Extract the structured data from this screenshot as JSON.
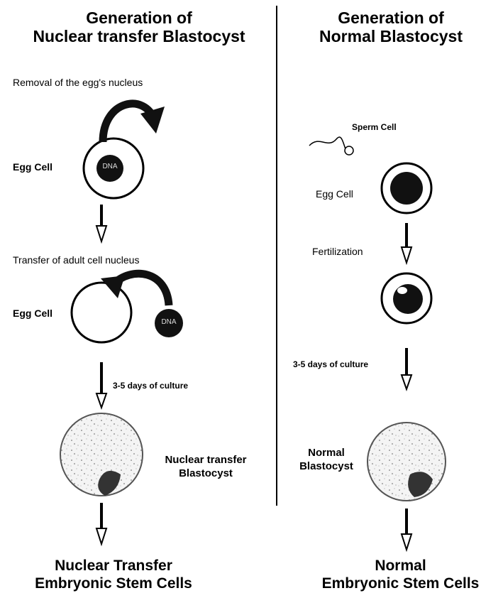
{
  "left": {
    "title_line1": "Generation of",
    "title_line2": "Nuclear transfer Blastocyst",
    "step1_label": "Removal of the egg's nucleus",
    "egg_label_1": "Egg Cell",
    "nucleus_label": "DNA",
    "step2_label": "Transfer of adult cell nucleus",
    "egg_label_2": "Egg Cell",
    "donor_nucleus_label": "DNA",
    "culture_label": "3-5 days of culture",
    "blastocyst_line1": "Nuclear transfer",
    "blastocyst_line2": "Blastocyst",
    "final_line1": "Nuclear Transfer",
    "final_line2": "Embryonic Stem Cells"
  },
  "right": {
    "title_line1": "Generation of",
    "title_line2": "Normal Blastocyst",
    "sperm_label": "Sperm Cell",
    "egg_label": "Egg Cell",
    "fertilization_label": "Fertilization",
    "culture_label": "3-5 days of culture",
    "blastocyst_line1": "Normal",
    "blastocyst_line2": "Blastocyst",
    "final_line1": "Normal",
    "final_line2": "Embryonic Stem Cells"
  }
}
